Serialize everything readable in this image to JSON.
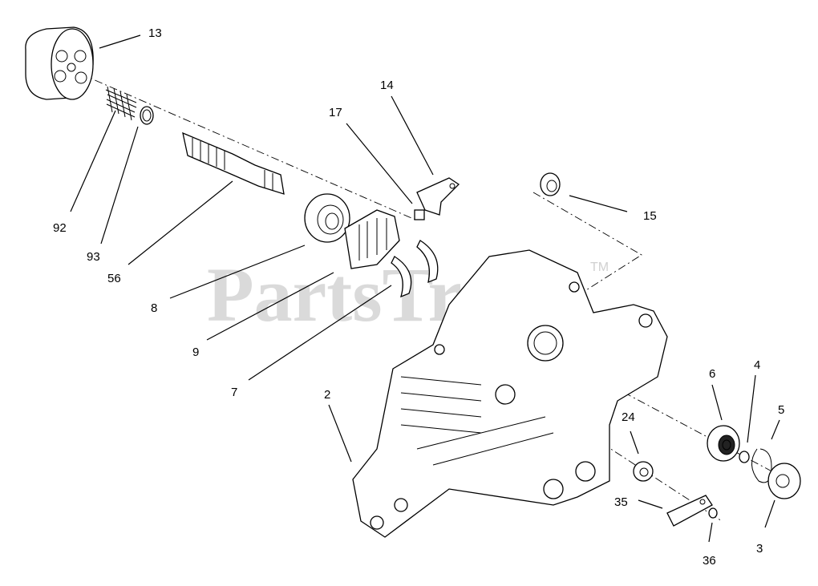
{
  "watermark": {
    "text": "PartsTree",
    "tm": "TM"
  },
  "callouts": [
    {
      "id": "c13",
      "text": "13"
    },
    {
      "id": "c92",
      "text": "92"
    },
    {
      "id": "c93",
      "text": "93"
    },
    {
      "id": "c56",
      "text": "56"
    },
    {
      "id": "c8",
      "text": "8"
    },
    {
      "id": "c9",
      "text": "9"
    },
    {
      "id": "c7",
      "text": "7"
    },
    {
      "id": "c17",
      "text": "17"
    },
    {
      "id": "c14",
      "text": "14"
    },
    {
      "id": "c15",
      "text": "15"
    },
    {
      "id": "c2",
      "text": "2"
    },
    {
      "id": "c24",
      "text": "24"
    },
    {
      "id": "c35",
      "text": "35"
    },
    {
      "id": "c36",
      "text": "36"
    },
    {
      "id": "c6",
      "text": "6"
    },
    {
      "id": "c4",
      "text": "4"
    },
    {
      "id": "c5",
      "text": "5"
    },
    {
      "id": "c3",
      "text": "3"
    }
  ]
}
